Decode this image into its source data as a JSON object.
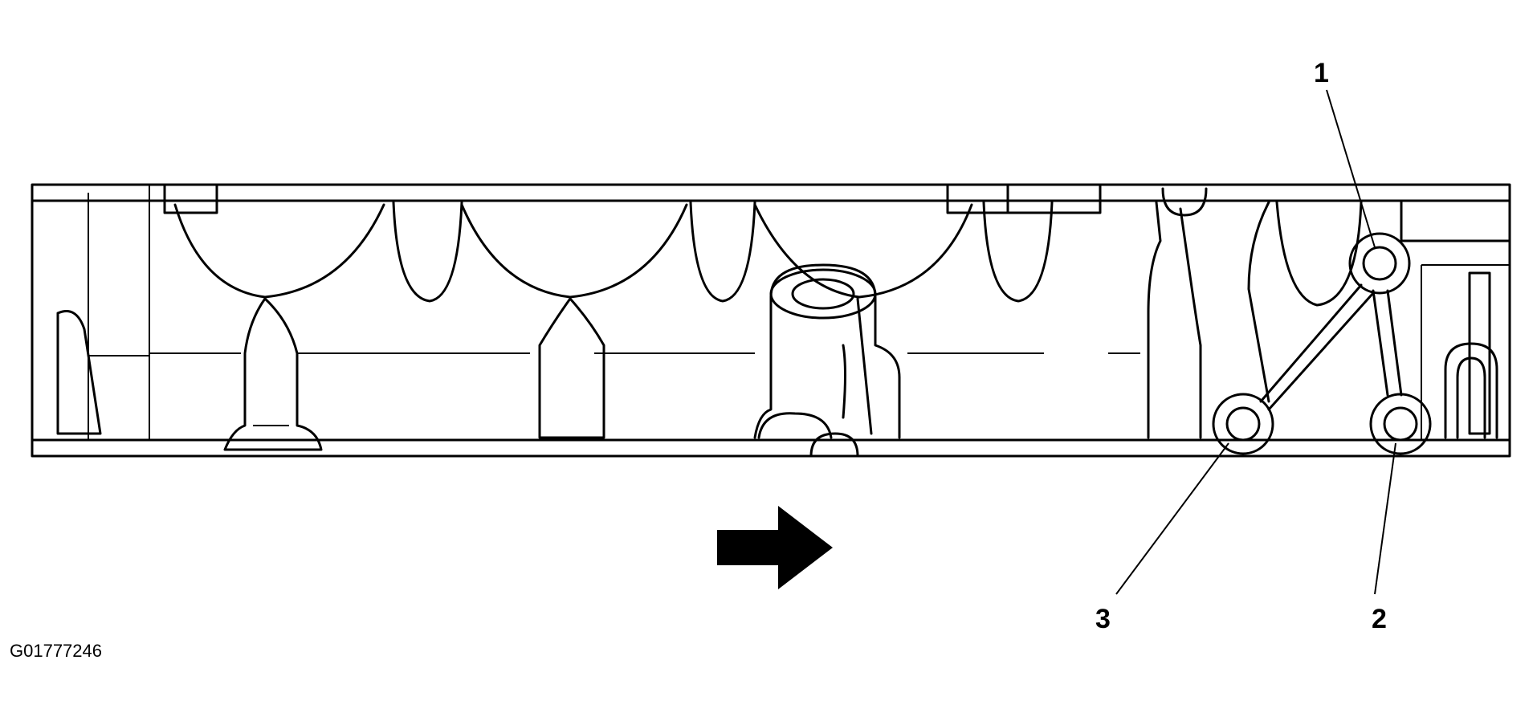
{
  "figure": {
    "code": "G01777246"
  },
  "callouts": [
    {
      "label": "1",
      "target": "upper-right-bolt"
    },
    {
      "label": "2",
      "target": "lower-right-bolt"
    },
    {
      "label": "3",
      "target": "lower-left-bolt"
    }
  ],
  "icons": {
    "direction": "arrow-right-icon"
  },
  "colors": {
    "ink": "#000000",
    "background": "#ffffff"
  }
}
